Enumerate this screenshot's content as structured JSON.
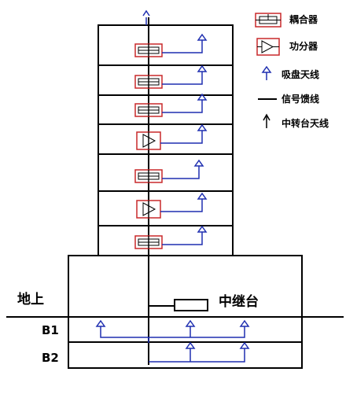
{
  "legend": {
    "coupler": "耦合器",
    "splitter": "功分器",
    "ceiling_antenna": "吸盘天线",
    "signal_feeder": "信号馈线",
    "relay_antenna": "中转台天线"
  },
  "labels": {
    "ground": "地上",
    "repeater": "中继台",
    "b1": "B1",
    "b2": "B2"
  },
  "colors": {
    "feeder": "#1f2fb0",
    "device_border": "#c8282a",
    "line": "#000000"
  },
  "floors_top_down": [
    "coupler",
    "coupler",
    "coupler",
    "splitter",
    "coupler",
    "splitter",
    "coupler"
  ]
}
